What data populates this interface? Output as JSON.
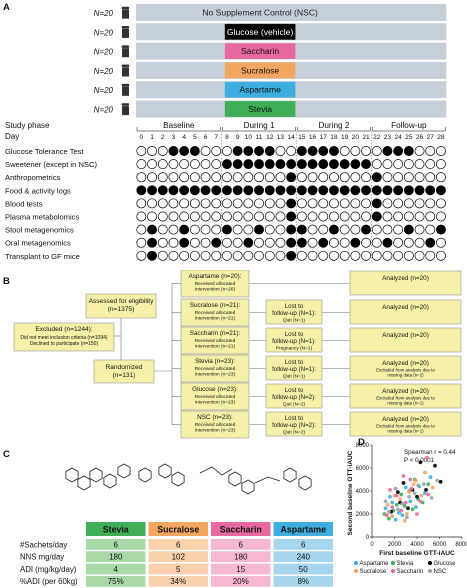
{
  "panel_labels": {
    "a": "A",
    "b": "B",
    "c": "C",
    "d": "D"
  },
  "panelA": {
    "groups": [
      {
        "n": "N=20",
        "label": "No Supplement Control (NSC)",
        "color": "#c5cfda",
        "text_color": "#222222"
      },
      {
        "n": "N=20",
        "label": "Glucose (vehicle)",
        "color": "#000000",
        "text_color": "#ffffff"
      },
      {
        "n": "N=20",
        "label": "Saccharin",
        "color": "#e8699f",
        "text_color": "#111111"
      },
      {
        "n": "N=20",
        "label": "Sucralose",
        "color": "#f3a660",
        "text_color": "#111111"
      },
      {
        "n": "N=20",
        "label": "Aspartame",
        "color": "#3eaede",
        "text_color": "#111111"
      },
      {
        "n": "N=20",
        "label": "Stevia",
        "color": "#3fae57",
        "text_color": "#111111"
      }
    ],
    "study_phase_label": "Study phase",
    "day_label": "Day",
    "phases": [
      "Baseline",
      "During 1",
      "During 2",
      "Follow-up"
    ],
    "days": [
      "0",
      "1",
      "2",
      "3",
      "4",
      "5",
      "6",
      "7",
      "8",
      "9",
      "10",
      "11",
      "12",
      "13",
      "14",
      "15",
      "16",
      "17",
      "18",
      "19",
      "20",
      "21",
      "22",
      "23",
      "24",
      "25",
      "26",
      "27",
      "28"
    ],
    "rows": [
      {
        "label": "Glucose Tolerance Test",
        "filled": [
          3,
          4,
          5,
          9,
          10,
          11,
          12,
          15,
          16,
          17,
          18,
          23,
          24,
          25
        ]
      },
      {
        "label": "Sweetener (except in NSC)",
        "filled": [
          8,
          9,
          10,
          11,
          12,
          13,
          14,
          15,
          16,
          17,
          18,
          19,
          20,
          21
        ]
      },
      {
        "label": "Anthropometrics",
        "filled": [
          14,
          22
        ]
      },
      {
        "label": "Food & activity logs",
        "filled": [
          0,
          1,
          2,
          3,
          4,
          5,
          6,
          7,
          8,
          9,
          10,
          11,
          12,
          13,
          14,
          15,
          16,
          17,
          18,
          19,
          20,
          21,
          22,
          23,
          24,
          25,
          26,
          27,
          28
        ]
      },
      {
        "label": "Blood tests",
        "filled": [
          14,
          22
        ]
      },
      {
        "label": "Plasma metabolomics",
        "filled": [
          14,
          22
        ]
      },
      {
        "label": "Stool metagenomics",
        "filled": [
          1,
          4,
          8,
          11,
          14,
          15,
          18,
          21,
          25,
          28
        ]
      },
      {
        "label": "Oral metagenomics",
        "filled": [
          1,
          4,
          7,
          10,
          14,
          15,
          17,
          20,
          23,
          27
        ]
      },
      {
        "label": "Transplant to GF mice",
        "filled": [
          1,
          14
        ]
      }
    ]
  },
  "panelB": {
    "assessed": "Assessed for eligibility\n(n=1375)",
    "excluded_title": "Excluded (n=1244):",
    "excluded_details": "Did not meet inclusion criteria (n=1094)\nDeclined to participate (n=150)",
    "randomized": "Randomized\n(n=131)",
    "arms": [
      {
        "title": "Aspartame (n=20):",
        "sub": "Received allocated\nintervention (n=20)",
        "lost": "",
        "lost_sub": "",
        "analyzed": "Analyzed (n=20)",
        "analyzed_sub": ""
      },
      {
        "title": "Sucralose (n=21):",
        "sub": "Received allocated\nintervention (n=21)",
        "lost": "Lost to\nfollow-up (N=1):",
        "lost_sub": "Quit (N=1)",
        "analyzed": "Analyzed (n=20)",
        "analyzed_sub": ""
      },
      {
        "title": "Saccharin (n=21):",
        "sub": "Received allocated\nintervention (n=21)",
        "lost": "Lost to\nfollow-up (N=1):",
        "lost_sub": "Pregnancy (N=1)",
        "analyzed": "Analyzed (n=20)",
        "analyzed_sub": ""
      },
      {
        "title": "Stevia (n=23):",
        "sub": "Received allocated\nintervention (n=23)",
        "lost": "Lost to\nfollow-up (N=1):",
        "lost_sub": "Quit (N=1)",
        "analyzed": "Analyzed (n=20)",
        "analyzed_sub": "Excluded from analysis due to\nmissing data (n=2)"
      },
      {
        "title": "Glucose (n=23):",
        "sub": "Received allocated\nintervention (n=23)",
        "lost": "Lost to\nfollow-up (N=2):",
        "lost_sub": "Quit (N=2)",
        "analyzed": "Analyzed (n=20)",
        "analyzed_sub": "Excluded from analysis due to\nmissing data (n=1)"
      },
      {
        "title": "NSC (n=23):",
        "sub": "Received allocated\nintervention (n=23)",
        "lost": "Lost to\nfollow-up (N=2):",
        "lost_sub": "Quit (N=2)",
        "analyzed": "Analyzed (n=20)",
        "analyzed_sub": "Excluded from analysis due to\nmissing data (n=1)"
      }
    ]
  },
  "panelC": {
    "row_labels": [
      "#Sachets/day",
      "NNS mg/day",
      "ADI (mg/kg/day)",
      "%ADI (per 60kg)"
    ],
    "columns": [
      {
        "name": "Stevia",
        "header_color": "#3fae57",
        "cell_color": "#a9d9a8",
        "values": [
          "6",
          "180",
          "4",
          "75%"
        ]
      },
      {
        "name": "Sucralose",
        "header_color": "#f3a660",
        "cell_color": "#f9d2ad",
        "values": [
          "6",
          "102",
          "5",
          "34%"
        ]
      },
      {
        "name": "Saccharin",
        "header_color": "#e8699f",
        "cell_color": "#f5b8d0",
        "values": [
          "6",
          "180",
          "15",
          "20%"
        ]
      },
      {
        "name": "Aspartame",
        "header_color": "#3eaede",
        "cell_color": "#a6d6ee",
        "values": [
          "6",
          "240",
          "50",
          "8%"
        ]
      }
    ]
  },
  "chart_data": {
    "type": "scatter",
    "title": "",
    "xlabel": "First baseline GTT-iAUC",
    "ylabel": "Second baseline GTT-iAUC",
    "xlim": [
      0,
      8000
    ],
    "ylim": [
      0,
      8000
    ],
    "xticks": [
      "0",
      "2000",
      "4000",
      "6000",
      "8000"
    ],
    "yticks": [
      "0",
      "2000",
      "4000",
      "6000",
      "8000"
    ],
    "annotation": [
      "Spearman r = 0.44",
      "P < 0.0001"
    ],
    "legend": "bottom",
    "series": [
      {
        "name": "Aspartame",
        "color": "#3eaede",
        "points": [
          [
            1600,
            3500
          ],
          [
            2400,
            2100
          ],
          [
            3000,
            4300
          ],
          [
            3900,
            2600
          ],
          [
            2100,
            1500
          ],
          [
            4700,
            3800
          ],
          [
            1200,
            2500
          ],
          [
            3400,
            3100
          ],
          [
            5200,
            5200
          ],
          [
            2700,
            1900
          ],
          [
            4200,
            4400
          ],
          [
            1800,
            3000
          ]
        ]
      },
      {
        "name": "Stevia",
        "color": "#3fae57",
        "points": [
          [
            1100,
            2000
          ],
          [
            2200,
            2800
          ],
          [
            3300,
            4000
          ],
          [
            4100,
            3300
          ],
          [
            2600,
            3700
          ],
          [
            5000,
            4600
          ],
          [
            1500,
            1600
          ],
          [
            3600,
            2400
          ],
          [
            2900,
            2700
          ],
          [
            4500,
            3000
          ],
          [
            1900,
            2300
          ],
          [
            3800,
            5000
          ]
        ]
      },
      {
        "name": "Glucose",
        "color": "#000000",
        "points": [
          [
            2300,
            3900
          ],
          [
            3200,
            2500
          ],
          [
            4000,
            3500
          ],
          [
            5600,
            6200
          ],
          [
            2800,
            4700
          ],
          [
            3600,
            4100
          ],
          [
            6100,
            4800
          ],
          [
            1700,
            2200
          ],
          [
            4800,
            4100
          ],
          [
            2500,
            3000
          ],
          [
            4300,
            6500
          ]
        ]
      },
      {
        "name": "Sucralose",
        "color": "#f3a660",
        "points": [
          [
            1400,
            2800
          ],
          [
            2500,
            3300
          ],
          [
            3100,
            2000
          ],
          [
            3700,
            4600
          ],
          [
            4400,
            3600
          ],
          [
            2000,
            3600
          ],
          [
            5400,
            4300
          ],
          [
            2900,
            1400
          ],
          [
            3300,
            3900
          ],
          [
            1800,
            1800
          ],
          [
            4700,
            5600
          ],
          [
            3900,
            4900
          ]
        ]
      },
      {
        "name": "Saccharin",
        "color": "#e8699f",
        "points": [
          [
            1300,
            1900
          ],
          [
            2200,
            3600
          ],
          [
            3000,
            3000
          ],
          [
            3500,
            4200
          ],
          [
            4300,
            3100
          ],
          [
            2600,
            2300
          ],
          [
            5000,
            3700
          ],
          [
            1800,
            2600
          ],
          [
            2800,
            5300
          ],
          [
            4000,
            2000
          ],
          [
            4900,
            6900
          ],
          [
            3400,
            5000
          ],
          [
            1600,
            4100
          ]
        ]
      },
      {
        "name": "NSC",
        "color": "#9aa3ad",
        "points": [
          [
            1200,
            3100
          ],
          [
            2300,
            2400
          ],
          [
            3300,
            3500
          ],
          [
            3800,
            3800
          ],
          [
            4600,
            4600
          ],
          [
            2100,
            4200
          ],
          [
            5300,
            3400
          ],
          [
            2700,
            2900
          ],
          [
            4100,
            4500
          ],
          [
            1500,
            2200
          ],
          [
            3100,
            1700
          ],
          [
            5800,
            4900
          ]
        ]
      }
    ]
  }
}
